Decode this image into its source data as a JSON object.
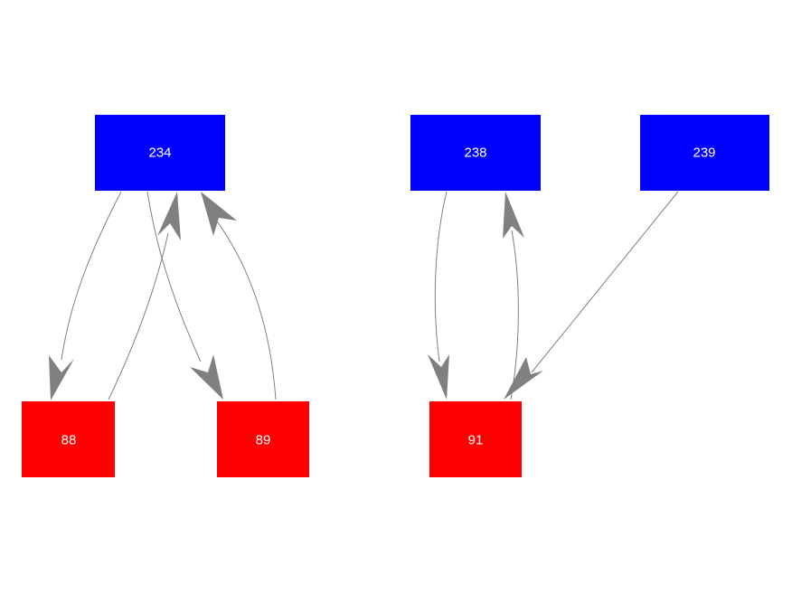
{
  "graph": {
    "colors": {
      "top": "#0000ff",
      "bottom": "#ff0000",
      "edge": "#808080",
      "label": "#ffffff"
    },
    "nodes": [
      {
        "id": "n234",
        "label": "234",
        "group": "top"
      },
      {
        "id": "n238",
        "label": "238",
        "group": "top"
      },
      {
        "id": "n239",
        "label": "239",
        "group": "top"
      },
      {
        "id": "n88",
        "label": "88",
        "group": "bottom"
      },
      {
        "id": "n89",
        "label": "89",
        "group": "bottom"
      },
      {
        "id": "n91",
        "label": "91",
        "group": "bottom"
      }
    ],
    "edges": [
      {
        "from": "234",
        "to": "88"
      },
      {
        "from": "88",
        "to": "234"
      },
      {
        "from": "234",
        "to": "89"
      },
      {
        "from": "89",
        "to": "234"
      },
      {
        "from": "238",
        "to": "91"
      },
      {
        "from": "91",
        "to": "238"
      },
      {
        "from": "239",
        "to": "91"
      }
    ]
  }
}
